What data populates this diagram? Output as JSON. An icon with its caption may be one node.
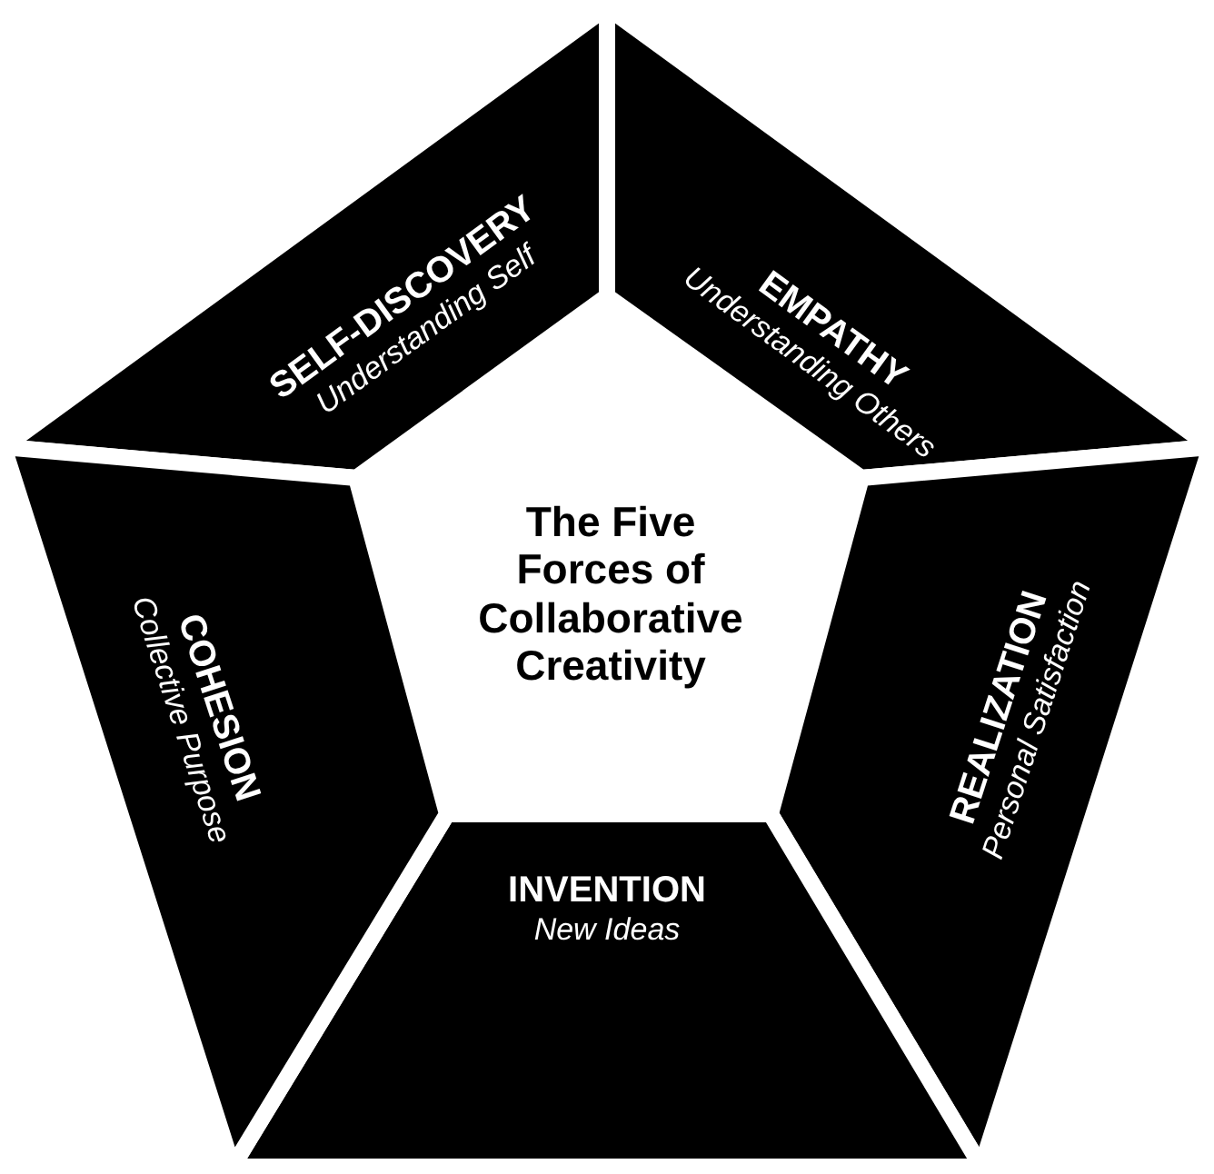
{
  "diagram": {
    "nodes": [
      {
        "text": [
          "The Five Forces of Collaborative Creativity"
        ]
      },
      {
        "text": [
          "SELF-DISCOVERY",
          "Understanding Self"
        ]
      },
      {
        "text": [
          "EMPATHY",
          "Understanding Others"
        ]
      },
      {
        "text": [
          "REALIZATION",
          "Personal Satisfaction"
        ]
      },
      {
        "text": [
          "INVENTION",
          "New Ideas"
        ]
      },
      {
        "text": [
          "COHESION",
          "Collective Purpose"
        ]
      }
    ]
  }
}
